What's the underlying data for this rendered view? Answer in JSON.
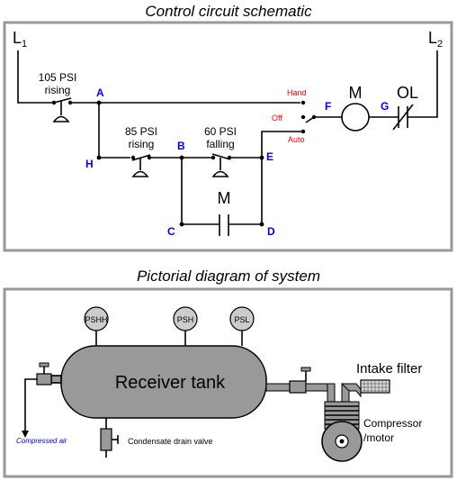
{
  "schematic": {
    "title": "Control circuit schematic",
    "l1": "L",
    "l1_sub": "1",
    "l2": "L",
    "l2_sub": "2",
    "psh_105": {
      "value": "105 PSI",
      "action": "rising"
    },
    "psh_85": {
      "value": "85 PSI",
      "action": "rising"
    },
    "psl_60": {
      "value": "60 PSI",
      "action": "falling"
    },
    "selector": {
      "hand": "Hand",
      "off": "Off",
      "auto": "Auto"
    },
    "motor_label": "M",
    "seal_contact_label": "M",
    "overload_label": "OL",
    "nodes": {
      "a": "A",
      "b": "B",
      "c": "C",
      "d": "D",
      "e": "E",
      "f": "F",
      "g": "G",
      "h": "H"
    }
  },
  "pictorial": {
    "title": "Pictorial diagram of system",
    "tank_label": "Receiver tank",
    "gauges": [
      "PSHH",
      "PSH",
      "PSL"
    ],
    "compressed_air": "Compressed air",
    "drain_valve": "Condensate drain valve",
    "intake_filter": "Intake filter",
    "compressor_line1": "Compressor",
    "compressor_line2": "/motor"
  },
  "colors": {
    "frame": "#999999",
    "node_labels": "#0000ee",
    "selector_labels": "#ee0000",
    "compressed_air_label": "#0000cc",
    "equipment_fill": "#999999"
  }
}
